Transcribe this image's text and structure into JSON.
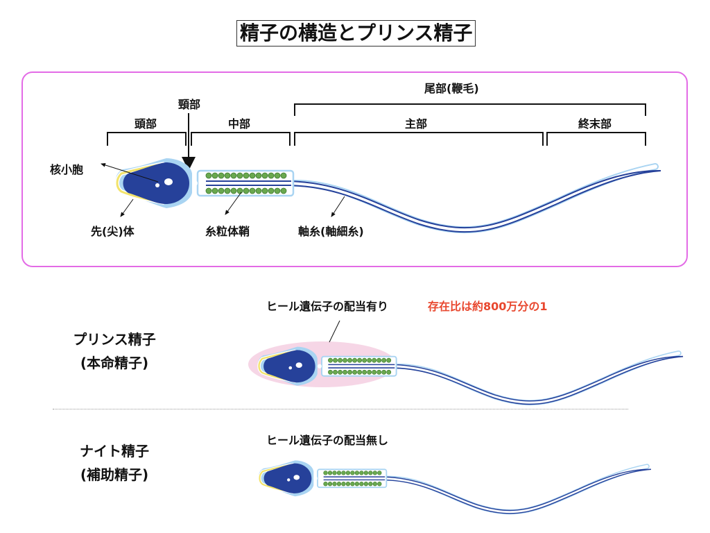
{
  "title": "精子の構造とプリンス精子",
  "structure": {
    "labels": {
      "tail": "尾部(鞭毛)",
      "neck": "頸部",
      "head": "頭部",
      "midpiece": "中部",
      "principal": "主部",
      "endpiece": "終末部",
      "centriole": "核小胞",
      "acrosome": "先(尖)体",
      "mito_sheath": "糸粒体鞘",
      "axoneme": "軸糸(軸細糸)"
    }
  },
  "prince": {
    "name_line1": "プリンス精子",
    "name_line2": "(本命精子)",
    "note": "ヒール遺伝子の配当有り",
    "ratio": "存在比は約800万分の1"
  },
  "knight": {
    "name_line1": "ナイト精子",
    "name_line2": "(補助精子)",
    "note": "ヒール遺伝子の配当無し"
  },
  "colors": {
    "panel_border": "#e36be6",
    "nucleus": "#26419a",
    "membrane": "#a9d4f2",
    "acrosome_line": "#f2e36b",
    "mitochondria": "#6aa84f",
    "halo": "#f6d6e6",
    "highlight_text": "#e8472e"
  }
}
